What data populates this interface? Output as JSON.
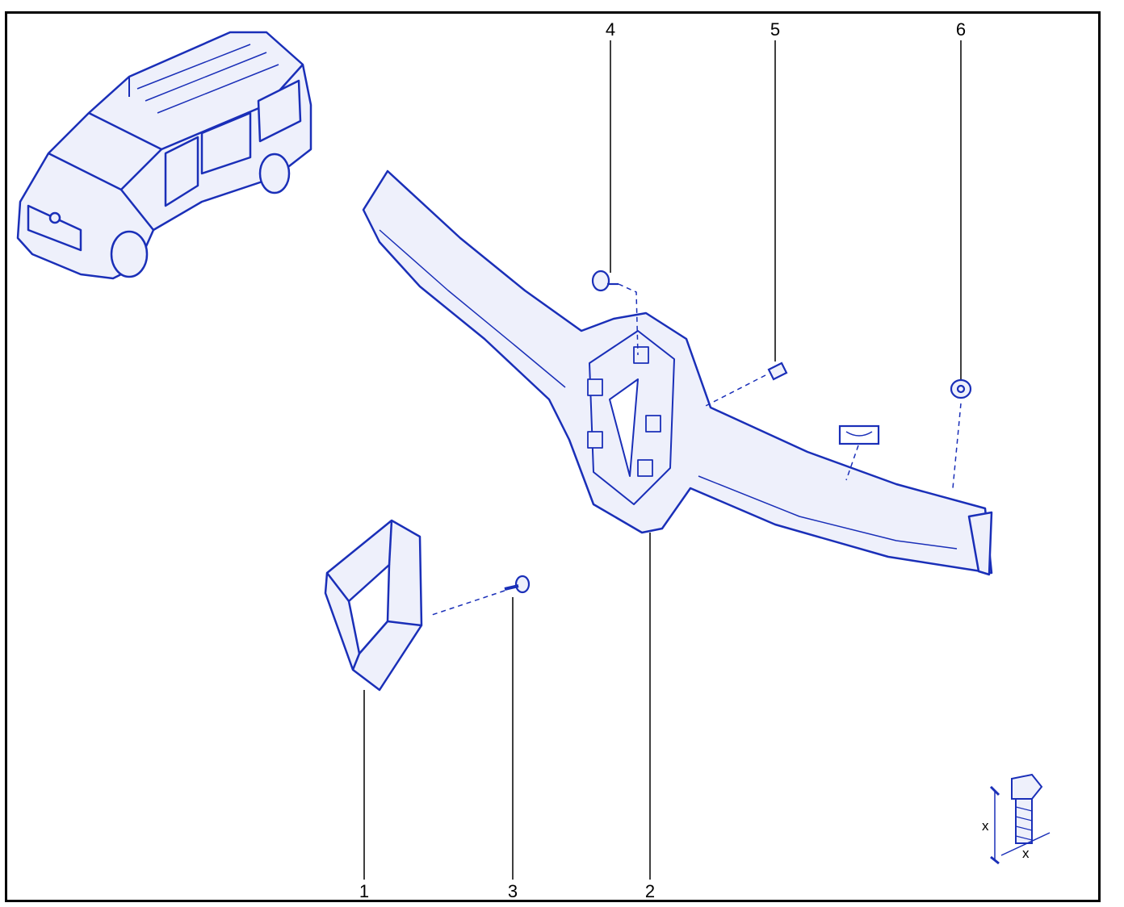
{
  "diagram": {
    "callouts": {
      "c1": "1",
      "c2": "2",
      "c3": "3",
      "c4": "4",
      "c5": "5",
      "c6": "6"
    },
    "torque_symbol": {
      "length_mark": "x",
      "diameter_mark": "x"
    },
    "colors": {
      "line_art": "#1a2fb8",
      "fill": "#eef0fb",
      "leader": "#000000",
      "frame": "#000000"
    },
    "icons": [
      "van-illustration-icon",
      "grille-icon",
      "emblem-surround-icon",
      "screw-icon",
      "clip-icon",
      "adhesive-tape-icon",
      "torque-bolt-icon"
    ]
  }
}
